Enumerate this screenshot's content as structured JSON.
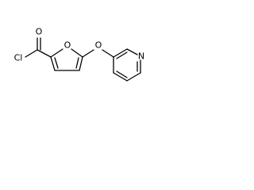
{
  "structure": {
    "atoms": [
      {
        "id": "cl",
        "label": "Cl"
      },
      {
        "id": "o_carbonyl",
        "label": "O"
      },
      {
        "id": "o_furan",
        "label": "O"
      },
      {
        "id": "o_ether",
        "label": "O"
      },
      {
        "id": "n_pyridine",
        "label": "N"
      }
    ]
  }
}
